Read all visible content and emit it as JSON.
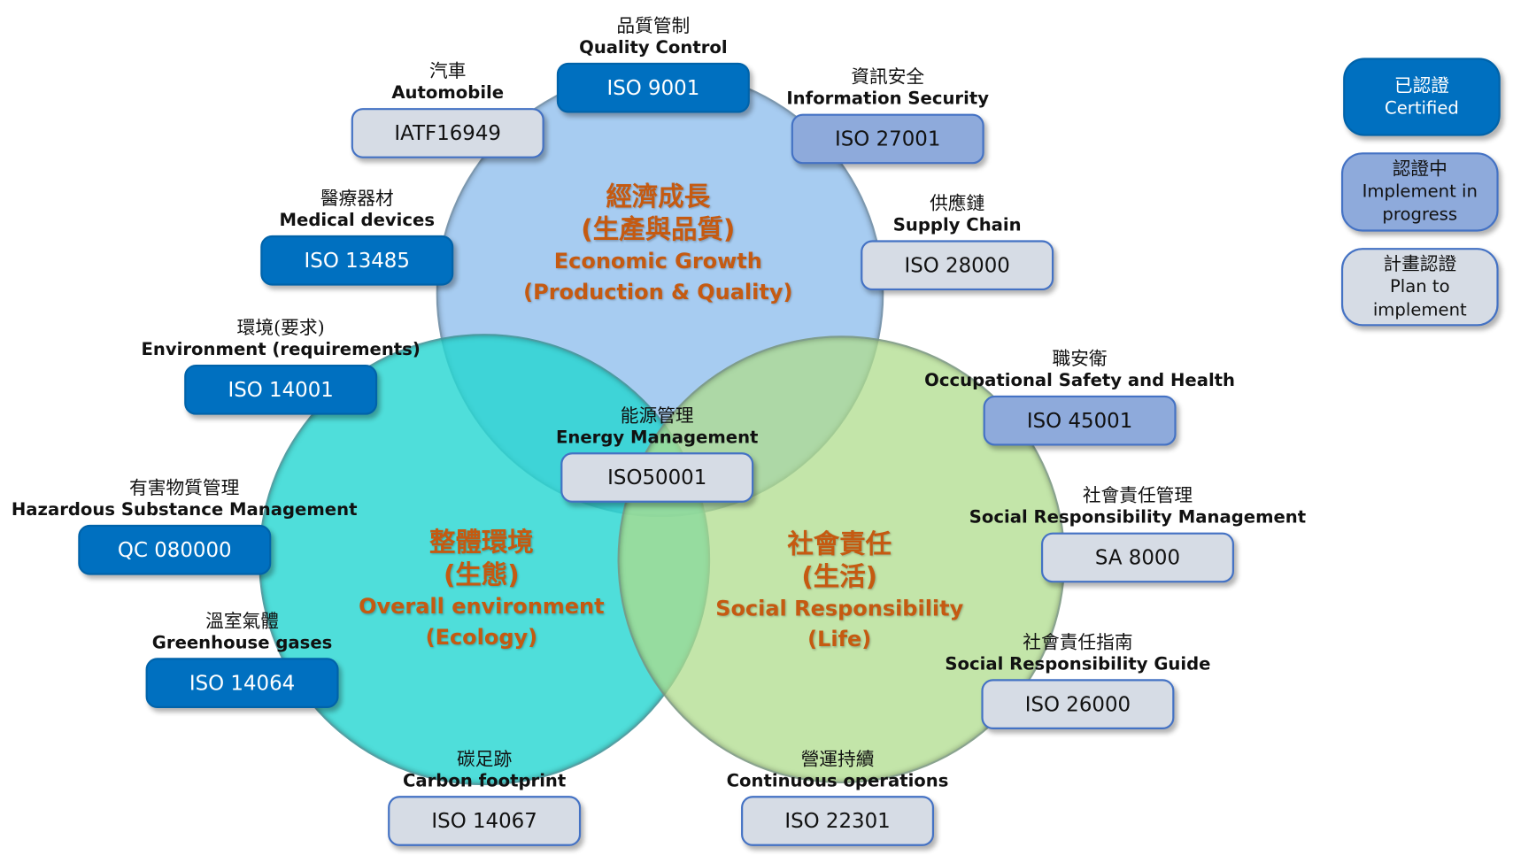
{
  "colors": {
    "certified": "#0070c0",
    "in_progress": "#8eaadb",
    "plan": "#d6dce5",
    "title": "#c55a11"
  },
  "circles": {
    "economic": {
      "zh": "經濟成長",
      "zh_sub": "(生產與品質)",
      "en": "Economic Growth",
      "en_sub": "(Production & Quality)"
    },
    "environment": {
      "zh": "整體環境",
      "zh_sub": "(生態)",
      "en": "Overall environment",
      "en_sub": "(Ecology)"
    },
    "social": {
      "zh": "社會責任",
      "zh_sub": "(生活)",
      "en": "Social Responsibility",
      "en_sub": "(Life)"
    }
  },
  "standards": [
    {
      "zh": "品質管制",
      "en": "Quality Control",
      "code": "ISO 9001",
      "status": "certified"
    },
    {
      "zh": "汽車",
      "en": "Automobile",
      "code": "IATF16949",
      "status": "plan"
    },
    {
      "zh": "資訊安全",
      "en": "Information Security",
      "code": "ISO 27001",
      "status": "progress"
    },
    {
      "zh": "醫療器材",
      "en": "Medical devices",
      "code": "ISO 13485",
      "status": "certified"
    },
    {
      "zh": "供應鏈",
      "en": "Supply Chain",
      "code": "ISO 28000",
      "status": "plan"
    },
    {
      "zh": "環境(要求)",
      "en": "Environment (requirements)",
      "code": "ISO 14001",
      "status": "certified"
    },
    {
      "zh": "職安衛",
      "en": "Occupational Safety and Health",
      "code": "ISO 45001",
      "status": "progress"
    },
    {
      "zh": "能源管理",
      "en": "Energy Management",
      "code": "ISO50001",
      "status": "plan"
    },
    {
      "zh": "有害物質管理",
      "en": "Hazardous Substance Management",
      "code": "QC 080000",
      "status": "certified"
    },
    {
      "zh": "社會責任管理",
      "en": "Social Responsibility Management",
      "code": "SA 8000",
      "status": "plan"
    },
    {
      "zh": "溫室氣體",
      "en": "Greenhouse gases",
      "code": "ISO 14064",
      "status": "certified"
    },
    {
      "zh": "社會責任指南",
      "en": "Social Responsibility Guide",
      "code": "ISO 26000",
      "status": "plan"
    },
    {
      "zh": "碳足跡",
      "en": "Carbon footprint",
      "code": "ISO 14067",
      "status": "plan"
    },
    {
      "zh": "營運持續",
      "en": "Continuous operations",
      "code": "ISO 22301",
      "status": "plan"
    }
  ],
  "legend": [
    {
      "zh": "已認證",
      "en": "Certified",
      "status": "certified"
    },
    {
      "zh": "認證中",
      "en": "Implement in progress",
      "status": "progress"
    },
    {
      "zh": "計畫認證",
      "en": "Plan to implement",
      "status": "plan"
    }
  ]
}
